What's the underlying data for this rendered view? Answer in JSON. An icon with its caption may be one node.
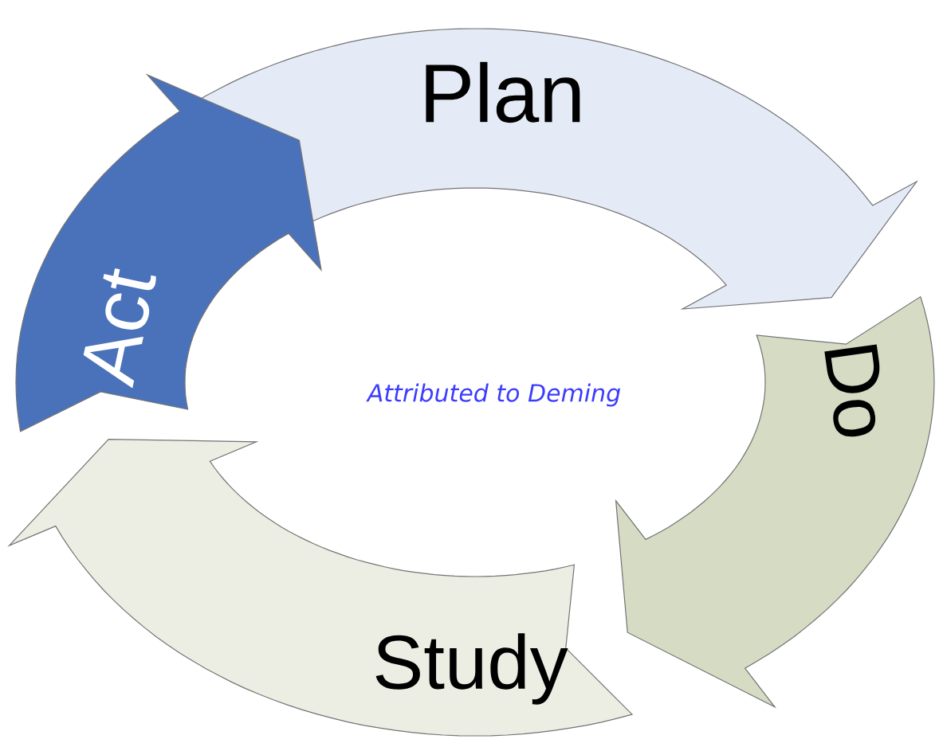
{
  "diagram": {
    "nodes": [
      {
        "text": [
          "Plan"
        ]
      },
      {
        "text": [
          "Do"
        ]
      },
      {
        "text": [
          "Study"
        ]
      },
      {
        "text": [
          "Act"
        ]
      }
    ],
    "labels": [
      "Attributed to Deming"
    ]
  }
}
